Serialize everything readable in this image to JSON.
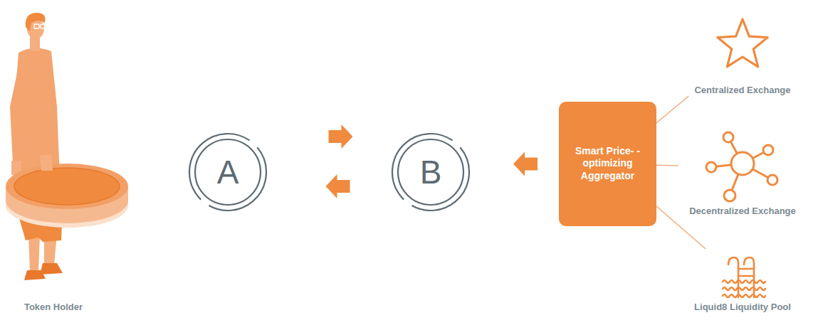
{
  "diagram": {
    "nodes": [
      {
        "text": [
          "A"
        ]
      },
      {
        "text": [
          "B"
        ]
      },
      {
        "text": [
          "Smart Price- -optimizing Aggregator"
        ]
      },
      {
        "text": [
          "Centralized Exchange"
        ]
      },
      {
        "text": [
          "Decentralized Exchange"
        ]
      },
      {
        "text": [
          "Liquid8 Liquidity Pool"
        ]
      }
    ],
    "edges": [
      {
        "from": 0,
        "to": 1,
        "arrow": "to"
      },
      {
        "from": 1,
        "to": 0,
        "arrow": "to"
      },
      {
        "from": 2,
        "to": 1,
        "arrow": "to"
      },
      {
        "from": 2,
        "to": 3,
        "arrow": "none"
      },
      {
        "from": 2,
        "to": 4,
        "arrow": "none"
      },
      {
        "from": 2,
        "to": 5,
        "arrow": "none"
      }
    ],
    "labels": [
      "Token Holder"
    ]
  }
}
